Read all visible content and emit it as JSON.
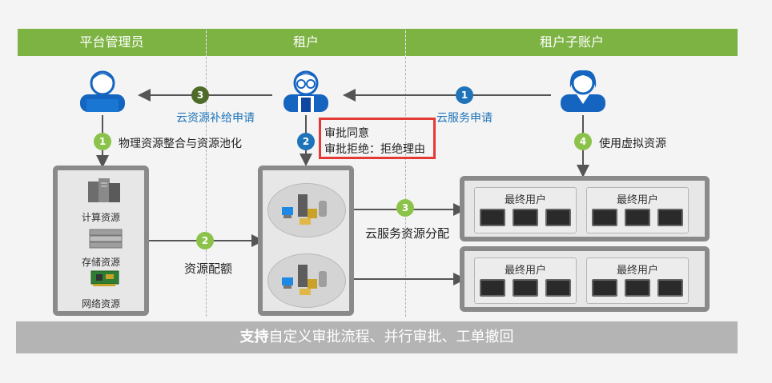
{
  "headers": {
    "admin": "平台管理员",
    "tenant": "租户",
    "sub": "租户子账户"
  },
  "steps": {
    "s1_top": "1",
    "s3_top": "3",
    "s1_left": "1",
    "s2_mid": "2",
    "s4_right": "4",
    "s2_left": "2",
    "s3_mid": "3"
  },
  "labels": {
    "supply_request": "云资源补给申请",
    "service_request": "云服务申请",
    "integrate": "物理资源整合与资源池化",
    "approve": "审批同意",
    "reject": "审批拒绝：拒绝理由",
    "use_virtual": "使用虚拟资源",
    "allocate": "云服务资源分配",
    "quota": "资源配额"
  },
  "resources": {
    "compute": "计算资源",
    "storage": "存储资源",
    "network": "网络资源"
  },
  "end_user": "最终用户",
  "footer": {
    "bold": "支持",
    "rest": "自定义审批流程、并行审批、工单撤回"
  }
}
